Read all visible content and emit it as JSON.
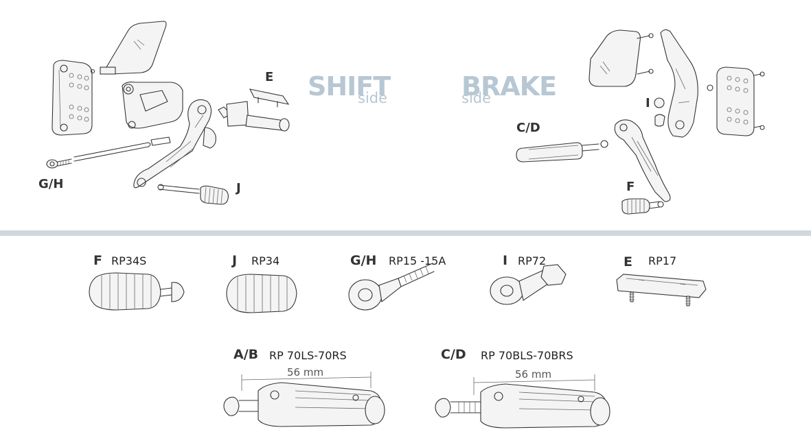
{
  "diagram": {
    "shift_side": {
      "title": "SHIFT",
      "subtitle": "side"
    },
    "brake_side": {
      "title": "BRAKE",
      "subtitle": "side"
    },
    "callouts": {
      "shift_e": "E",
      "shift_gh": "G/H",
      "shift_j": "J",
      "brake_cd": "C/D",
      "brake_i": "I",
      "brake_f": "F"
    }
  },
  "parts": [
    {
      "letter": "F",
      "code": "RP34S"
    },
    {
      "letter": "J",
      "code": "RP34"
    },
    {
      "letter": "G/H",
      "code": "RP15 -15A"
    },
    {
      "letter": "I",
      "code": "RP72"
    },
    {
      "letter": "E",
      "code": "RP17"
    }
  ],
  "footpegs": [
    {
      "letter": "A/B",
      "code": "RP 70LS-70RS",
      "dimension": "56 mm"
    },
    {
      "letter": "C/D",
      "code": "RP 70BLS-70BRS",
      "dimension": "56 mm"
    }
  ],
  "colors": {
    "title": "#b7c7d3",
    "divider": "#cfd8df",
    "line": "#333333"
  }
}
